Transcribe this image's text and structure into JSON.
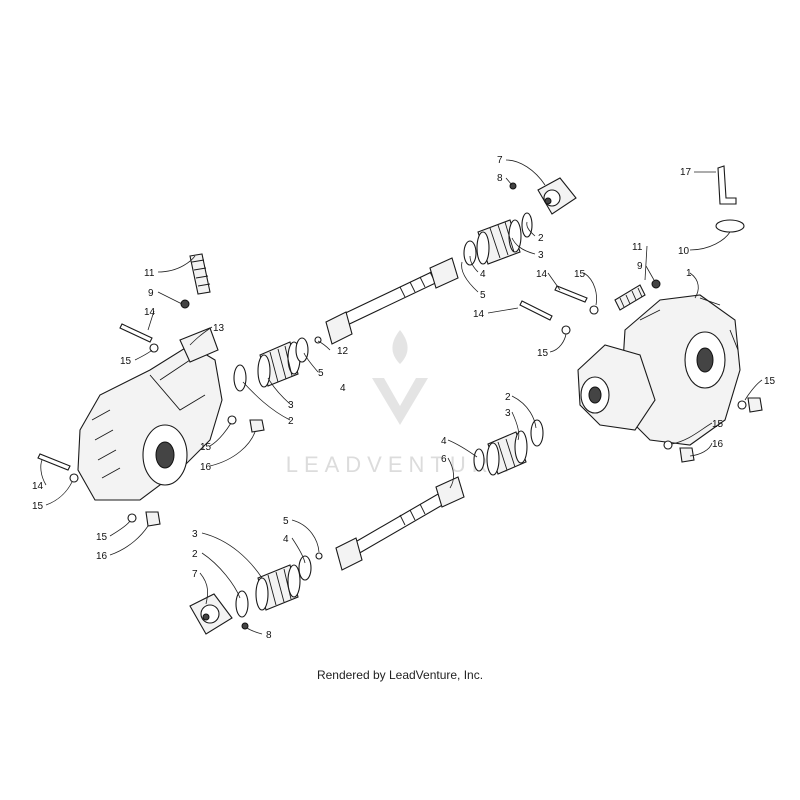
{
  "diagram": {
    "watermark": "LEADVENTURE",
    "footer": "Rendered by LeadVenture, Inc.",
    "callouts": [
      {
        "id": "c7a",
        "text": "7"
      },
      {
        "id": "c8a",
        "text": "8"
      },
      {
        "id": "c2a",
        "text": "2"
      },
      {
        "id": "c3a",
        "text": "3"
      },
      {
        "id": "c4a",
        "text": "4"
      },
      {
        "id": "c5a",
        "text": "5"
      },
      {
        "id": "c17",
        "text": "17"
      },
      {
        "id": "c10",
        "text": "10"
      },
      {
        "id": "c11r",
        "text": "11"
      },
      {
        "id": "c9r",
        "text": "9"
      },
      {
        "id": "c1",
        "text": "1"
      },
      {
        "id": "c14r1",
        "text": "14"
      },
      {
        "id": "c15r1",
        "text": "15"
      },
      {
        "id": "c14r2",
        "text": "14"
      },
      {
        "id": "c15r2",
        "text": "15"
      },
      {
        "id": "c15r3",
        "text": "15"
      },
      {
        "id": "c15r4",
        "text": "15"
      },
      {
        "id": "c16r",
        "text": "16"
      },
      {
        "id": "c2b",
        "text": "2"
      },
      {
        "id": "c3b",
        "text": "3"
      },
      {
        "id": "c4b",
        "text": "4"
      },
      {
        "id": "c6",
        "text": "6"
      },
      {
        "id": "c11l",
        "text": "11"
      },
      {
        "id": "c9l",
        "text": "9"
      },
      {
        "id": "c14l1",
        "text": "14"
      },
      {
        "id": "c13",
        "text": "13"
      },
      {
        "id": "c15l1",
        "text": "15"
      },
      {
        "id": "c12",
        "text": "12"
      },
      {
        "id": "c5b",
        "text": "5"
      },
      {
        "id": "c4c",
        "text": "4"
      },
      {
        "id": "c3c",
        "text": "3"
      },
      {
        "id": "c2c",
        "text": "2"
      },
      {
        "id": "c15l2",
        "text": "15"
      },
      {
        "id": "c16l1",
        "text": "16"
      },
      {
        "id": "c14l2",
        "text": "14"
      },
      {
        "id": "c15l3",
        "text": "15"
      },
      {
        "id": "c15l4",
        "text": "15"
      },
      {
        "id": "c16l2",
        "text": "16"
      },
      {
        "id": "c5c",
        "text": "5"
      },
      {
        "id": "c4d",
        "text": "4"
      },
      {
        "id": "c3d",
        "text": "3"
      },
      {
        "id": "c2d",
        "text": "2"
      },
      {
        "id": "c7b",
        "text": "7"
      },
      {
        "id": "c8b",
        "text": "8"
      }
    ]
  }
}
